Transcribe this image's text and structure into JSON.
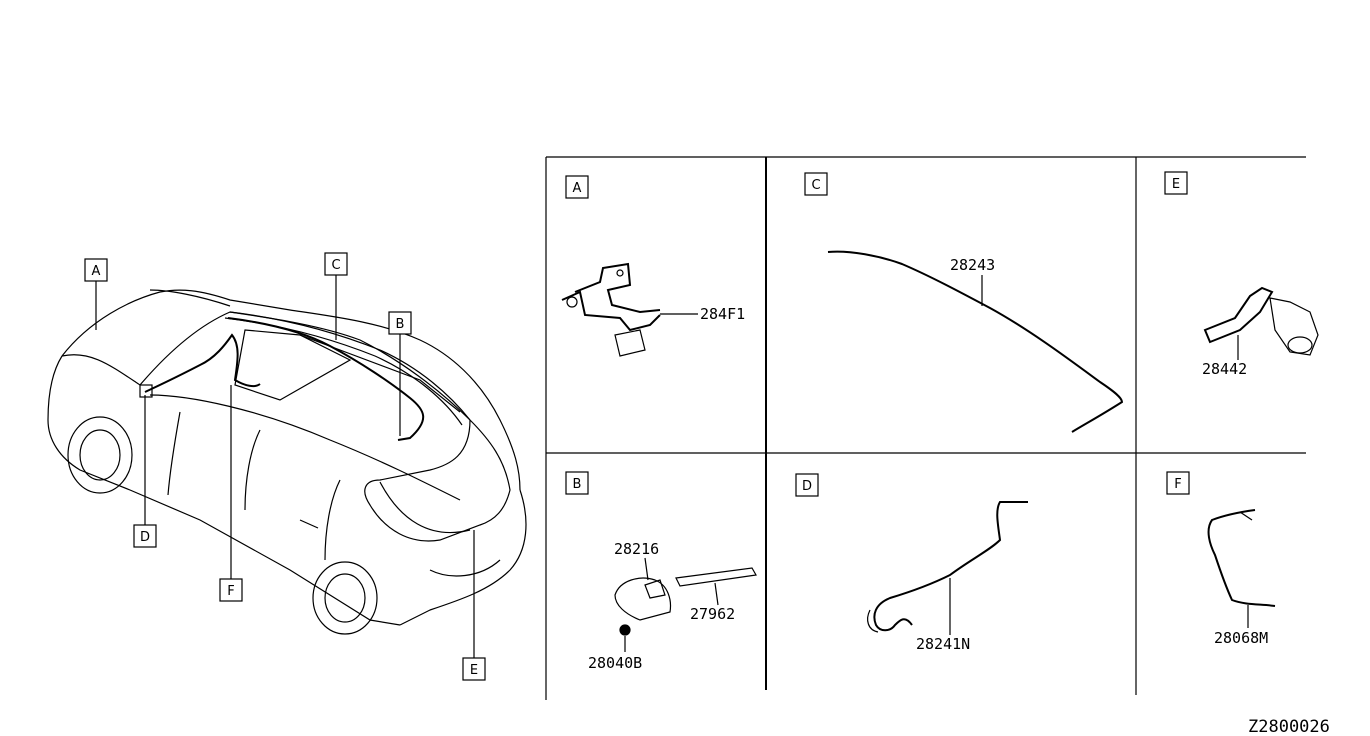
{
  "car_callouts": {
    "a": "A",
    "b": "B",
    "c": "C",
    "d": "D",
    "e": "E",
    "f": "F"
  },
  "panels": {
    "a": {
      "letter": "A",
      "part": "284F1"
    },
    "b": {
      "letter": "B",
      "parts": [
        "28216",
        "27962",
        "28040B"
      ]
    },
    "c": {
      "letter": "C",
      "part": "28243"
    },
    "d": {
      "letter": "D",
      "part": "28241N"
    },
    "e": {
      "letter": "E",
      "part": "28442"
    },
    "f": {
      "letter": "F",
      "part": "28068M"
    }
  },
  "diagram_code": "Z2800026"
}
